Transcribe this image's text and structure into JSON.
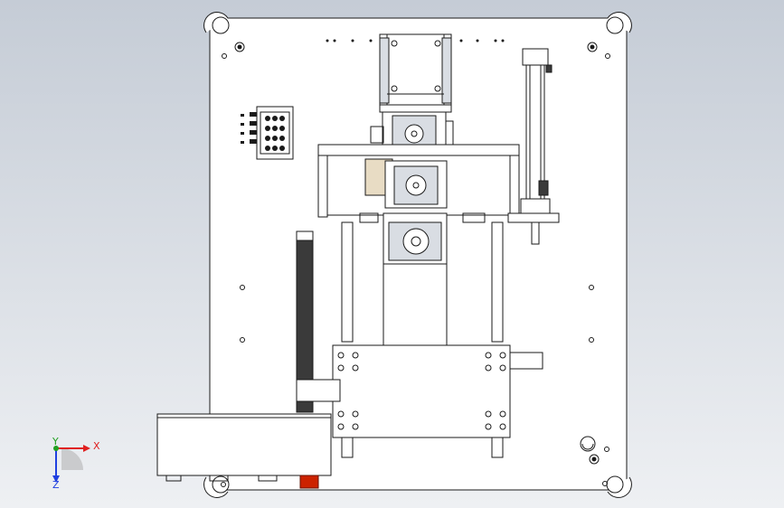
{
  "viewport": {
    "background_top": "#c5ccd6",
    "background_bottom": "#eef0f3"
  },
  "model": {
    "plate_color": "#ffffff",
    "line_color": "#1a1a1a",
    "dark_fill": "#3a3a3a",
    "motor_fill": "#d9dde3",
    "tan_fill": "#e8dcc4",
    "emergency_stop_color": "#cc2200"
  },
  "triad": {
    "x_label": "X",
    "y_label": "Y",
    "z_label": "Z",
    "x_color": "#e02020",
    "y_color": "#20a020",
    "z_color": "#2040e0"
  }
}
